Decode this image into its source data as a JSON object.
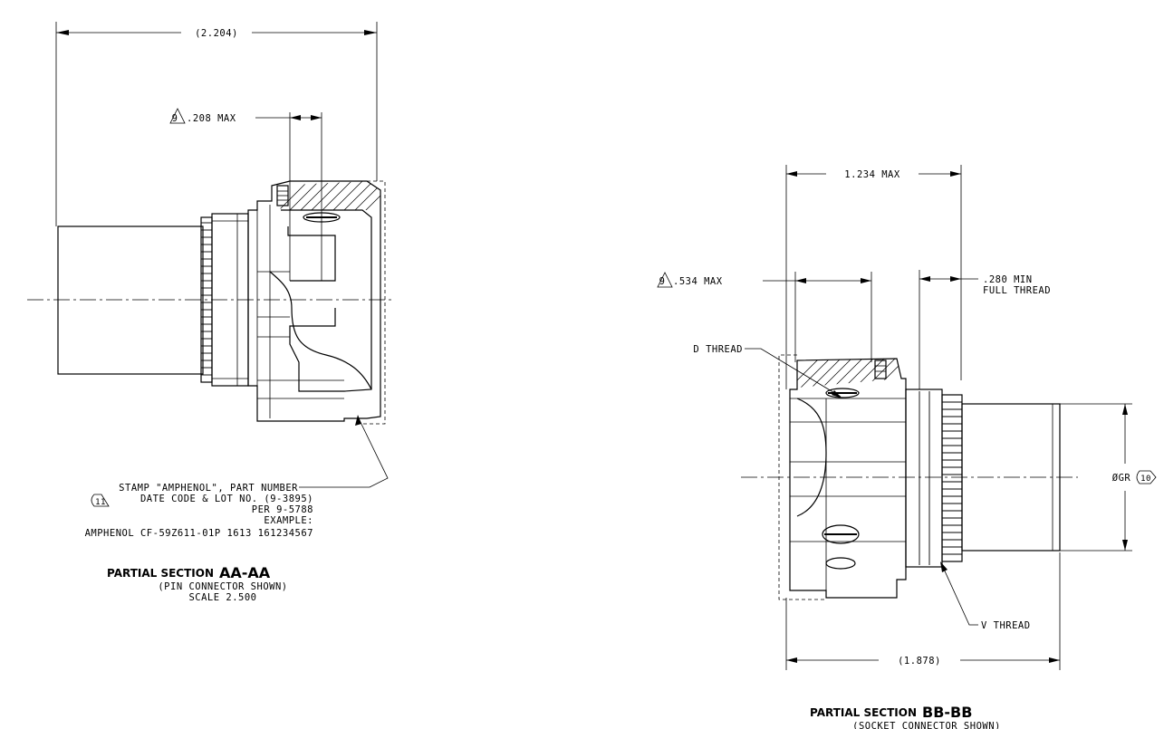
{
  "section_aa": {
    "dim_overall": "(2.204)",
    "note_flag_9": "9",
    "dim_208": ".208 MAX",
    "stamp_note": [
      "STAMP \"AMPHENOL\", PART NUMBER",
      "DATE CODE & LOT NO. (9-3895)",
      "PER 9-5788",
      "EXAMPLE:",
      "AMPHENOL  CF-59Z611-01P  1613  161234567"
    ],
    "note_flag_11": "11",
    "title": "PARTIAL SECTION",
    "title_id": "AA-AA",
    "subtitle": "(PIN CONNECTOR SHOWN)",
    "scale": "SCALE  2.500"
  },
  "section_bb": {
    "dim_1234": "1.234 MAX",
    "note_flag_9": "9",
    "dim_534": ".534 MAX",
    "dim_280_a": ".280 MIN",
    "dim_280_b": "FULL THREAD",
    "d_thread": "D THREAD",
    "v_thread": "V THREAD",
    "dim_1878": "(1.878)",
    "dim_gr": "ØGR",
    "note_flag_10": "10",
    "title": "PARTIAL SECTION",
    "title_id": "BB-BB",
    "subtitle": "(SOCKET CONNECTOR SHOWN)"
  }
}
